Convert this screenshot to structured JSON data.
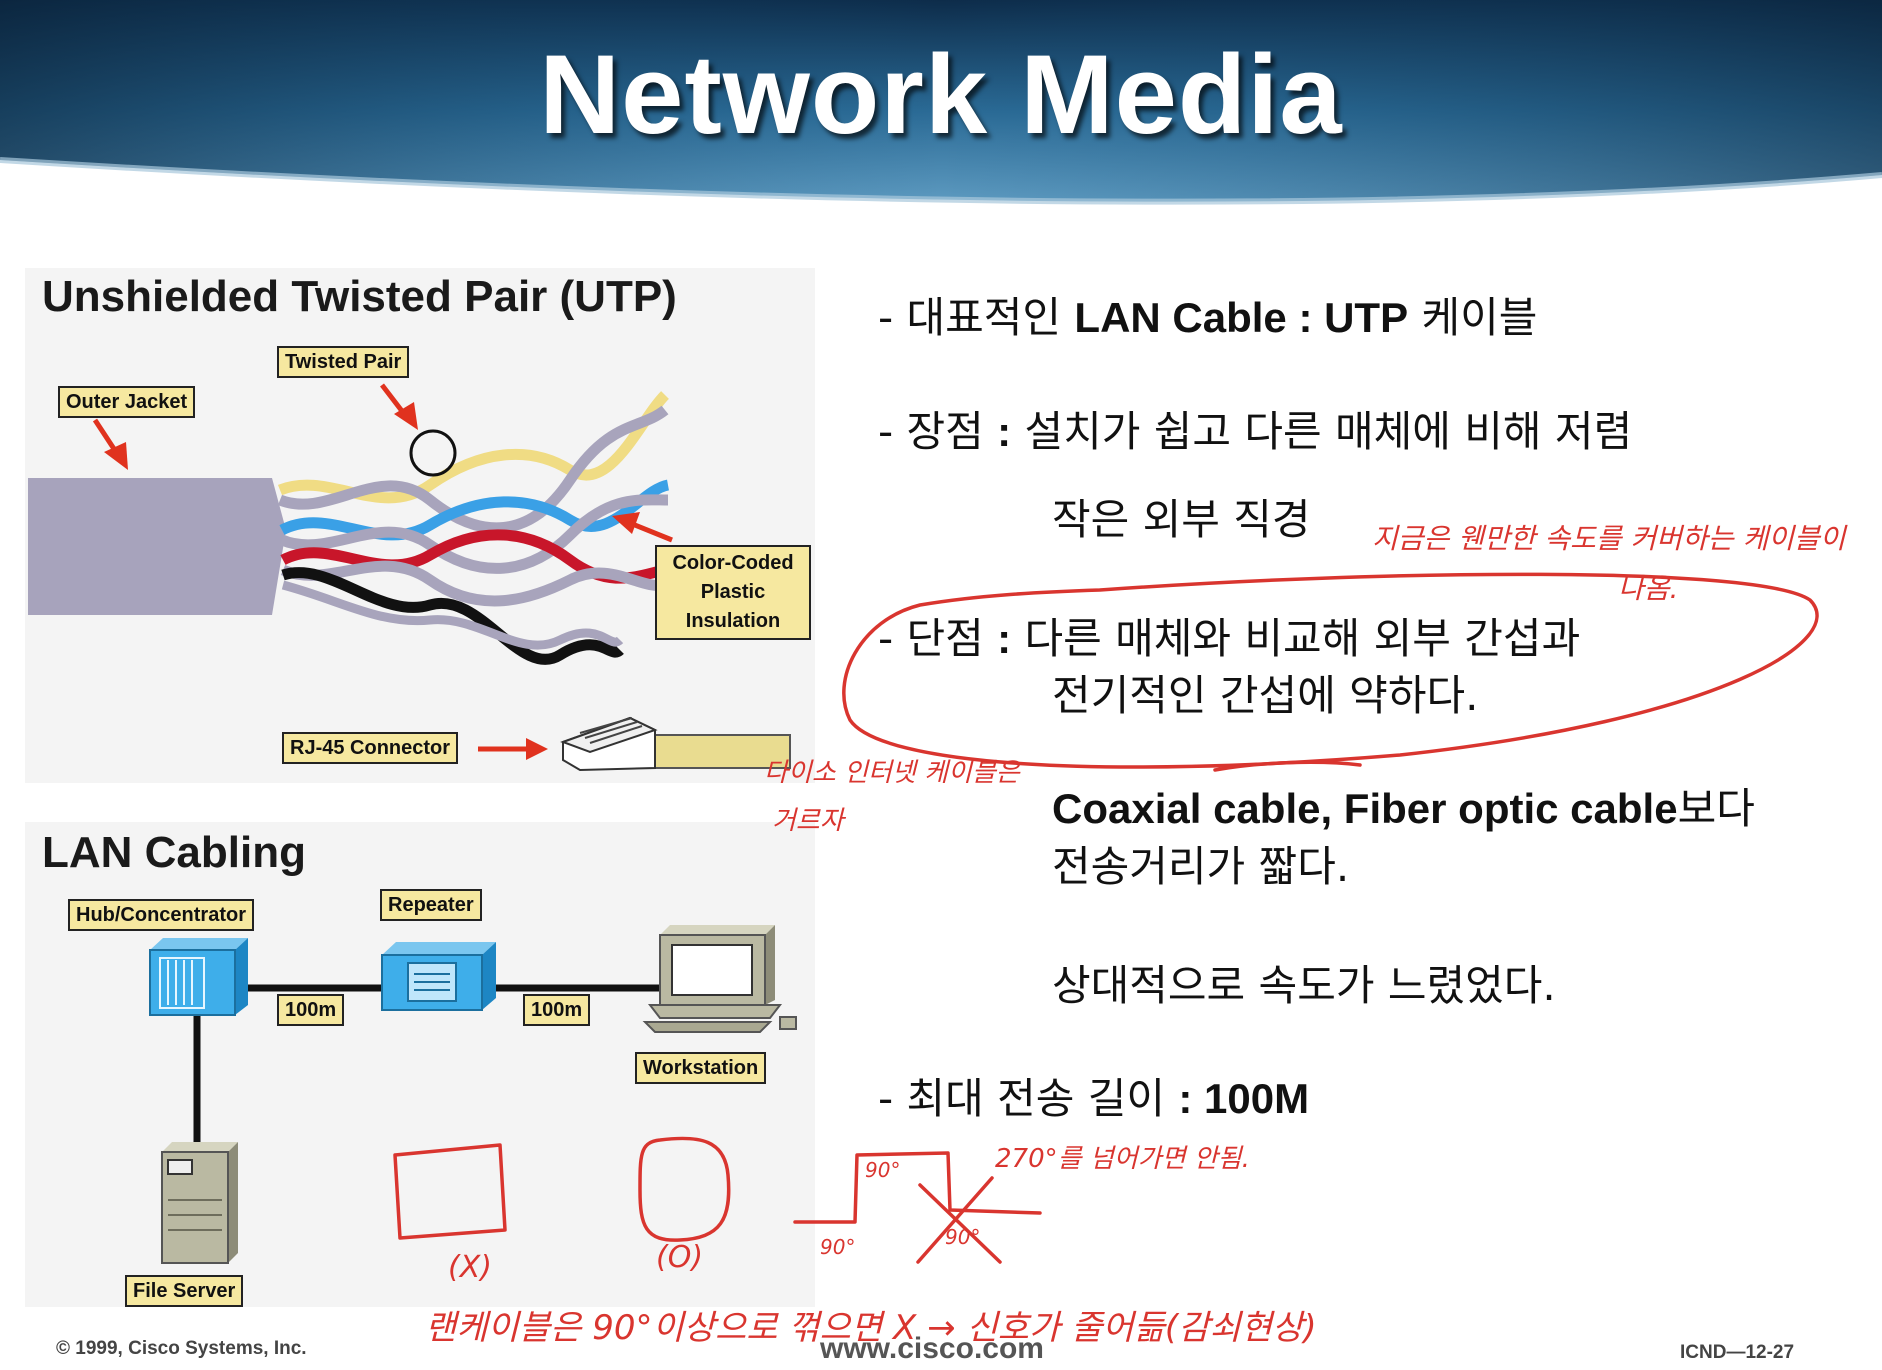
{
  "title": "Network Media",
  "utp_figure": {
    "heading": "Unshielded Twisted Pair (UTP)",
    "labels": {
      "outer_jacket": "Outer Jacket",
      "twisted_pair": "Twisted Pair",
      "insulation_line1": "Color-Coded",
      "insulation_line2": "Plastic",
      "insulation_line3": "Insulation",
      "rj45": "RJ-45 Connector"
    },
    "wire_colors": [
      "#f0dc84",
      "#a8a4bc",
      "#3aa0e6",
      "#c8162a",
      "#111111"
    ]
  },
  "lan_figure": {
    "heading": "LAN Cabling",
    "labels": {
      "hub": "Hub/Concentrator",
      "repeater": "Repeater",
      "workstation": "Workstation",
      "file_server": "File Server",
      "dist1": "100m",
      "dist2": "100m"
    }
  },
  "bullets": {
    "b1_prefix": "- 대표적인 ",
    "b1_bold": "LAN Cable : UTP",
    "b1_suffix": " 케이블",
    "b2_prefix": "- 장점 ",
    "b2_bold": ":",
    "b2_text": " 설치가 쉽고 다른 매체에 비해 저렴",
    "b2_cont": "작은 외부 직경",
    "b3_prefix": "- 단점 ",
    "b3_bold": ":",
    "b3_text": " 다른 매체와 비교해 외부 간섭과",
    "b3_cont": "전기적인 간섭에 약하다.",
    "b3_coax_bold": "Coaxial cable, Fiber optic cable",
    "b3_coax_text": "보다",
    "b3_short": "전송거리가  짧다.",
    "b3_slow": "상대적으로 속도가 느렸었다.",
    "b4_prefix": "- 최대 전송 길이 ",
    "b4_bold": ": 100M"
  },
  "annotations": {
    "note1_line1": "지금은 웬만한 속도를 커버하는 케이블이",
    "note1_line2": "나옴.",
    "note2_line1": "다이소 인터넷 케이블은",
    "note2_line2": "거르자",
    "deg_note": "270°를 넘어가면 안됨.",
    "mark_x": "(X)",
    "mark_o": "(O)",
    "deg90_a": "90°",
    "deg90_b": "90°",
    "deg90_c": "90°",
    "bottom_note": "랜케이블은 90°이상으로 꺾으면 X → 신호가 줄어듦(감쇠현상)"
  },
  "footer": {
    "copyright": "© 1999, Cisco Systems, Inc.",
    "url": "www.cisco.com",
    "page": "ICND—12-27"
  }
}
